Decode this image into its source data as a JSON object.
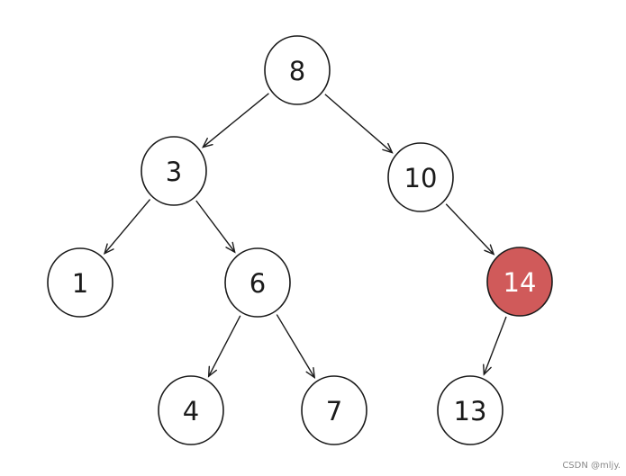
{
  "diagram": {
    "nodes": [
      {
        "id": "n8",
        "label": "8",
        "highlighted": false
      },
      {
        "id": "n3",
        "label": "3",
        "highlighted": false
      },
      {
        "id": "n10",
        "label": "10",
        "highlighted": false
      },
      {
        "id": "n1",
        "label": "1",
        "highlighted": false
      },
      {
        "id": "n6",
        "label": "6",
        "highlighted": false
      },
      {
        "id": "n14",
        "label": "14",
        "highlighted": true
      },
      {
        "id": "n4",
        "label": "4",
        "highlighted": false
      },
      {
        "id": "n7",
        "label": "7",
        "highlighted": false
      },
      {
        "id": "n13",
        "label": "13",
        "highlighted": false
      }
    ],
    "edges": [
      {
        "from": "n8",
        "to": "n3"
      },
      {
        "from": "n8",
        "to": "n10"
      },
      {
        "from": "n3",
        "to": "n1"
      },
      {
        "from": "n3",
        "to": "n6"
      },
      {
        "from": "n10",
        "to": "n14"
      },
      {
        "from": "n6",
        "to": "n4"
      },
      {
        "from": "n6",
        "to": "n7"
      },
      {
        "from": "n14",
        "to": "n13"
      }
    ]
  },
  "colors": {
    "node_fill": "#ffffff",
    "highlight_fill": "#d05a5a",
    "highlight_text": "#ffffff",
    "text": "#1a1a1a"
  },
  "watermark": "CSDN @mljy."
}
